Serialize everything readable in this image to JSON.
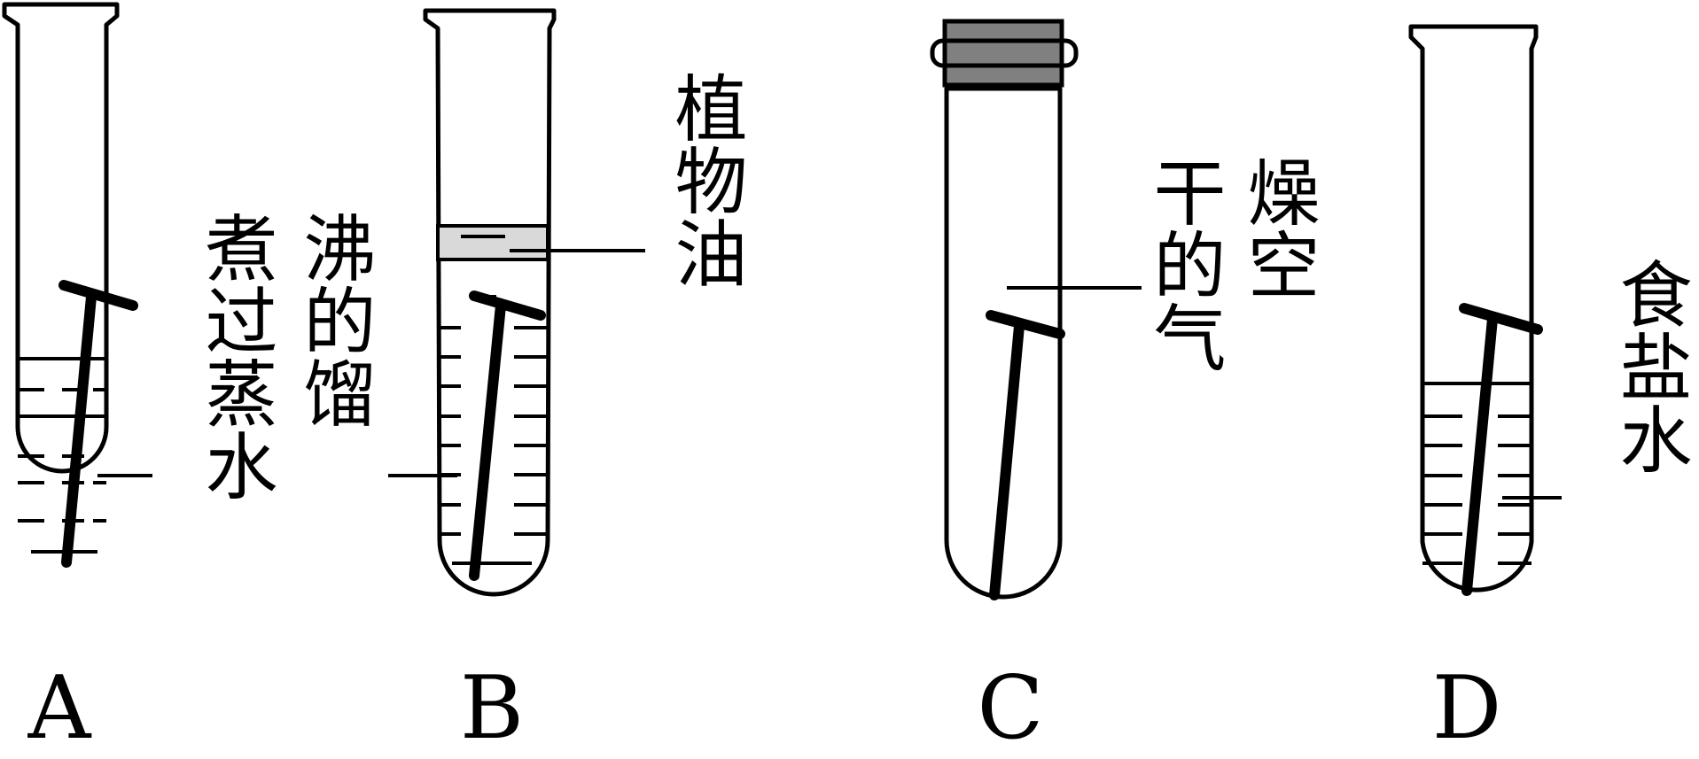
{
  "tubes": [
    {
      "id": "A",
      "caption": "A",
      "label_columns": [
        "沸的馏",
        "煮过蒸水"
      ]
    },
    {
      "id": "B",
      "caption": "B",
      "label_columns": [
        "植物油"
      ]
    },
    {
      "id": "C",
      "caption": "C",
      "label_columns": [
        "燥空",
        "干的气"
      ]
    },
    {
      "id": "D",
      "caption": "D",
      "label_columns": [
        "食盐水"
      ]
    }
  ],
  "colors": {
    "ink": "#000000",
    "oil_layer": "#d9d9d9",
    "stopper": "#808080"
  }
}
